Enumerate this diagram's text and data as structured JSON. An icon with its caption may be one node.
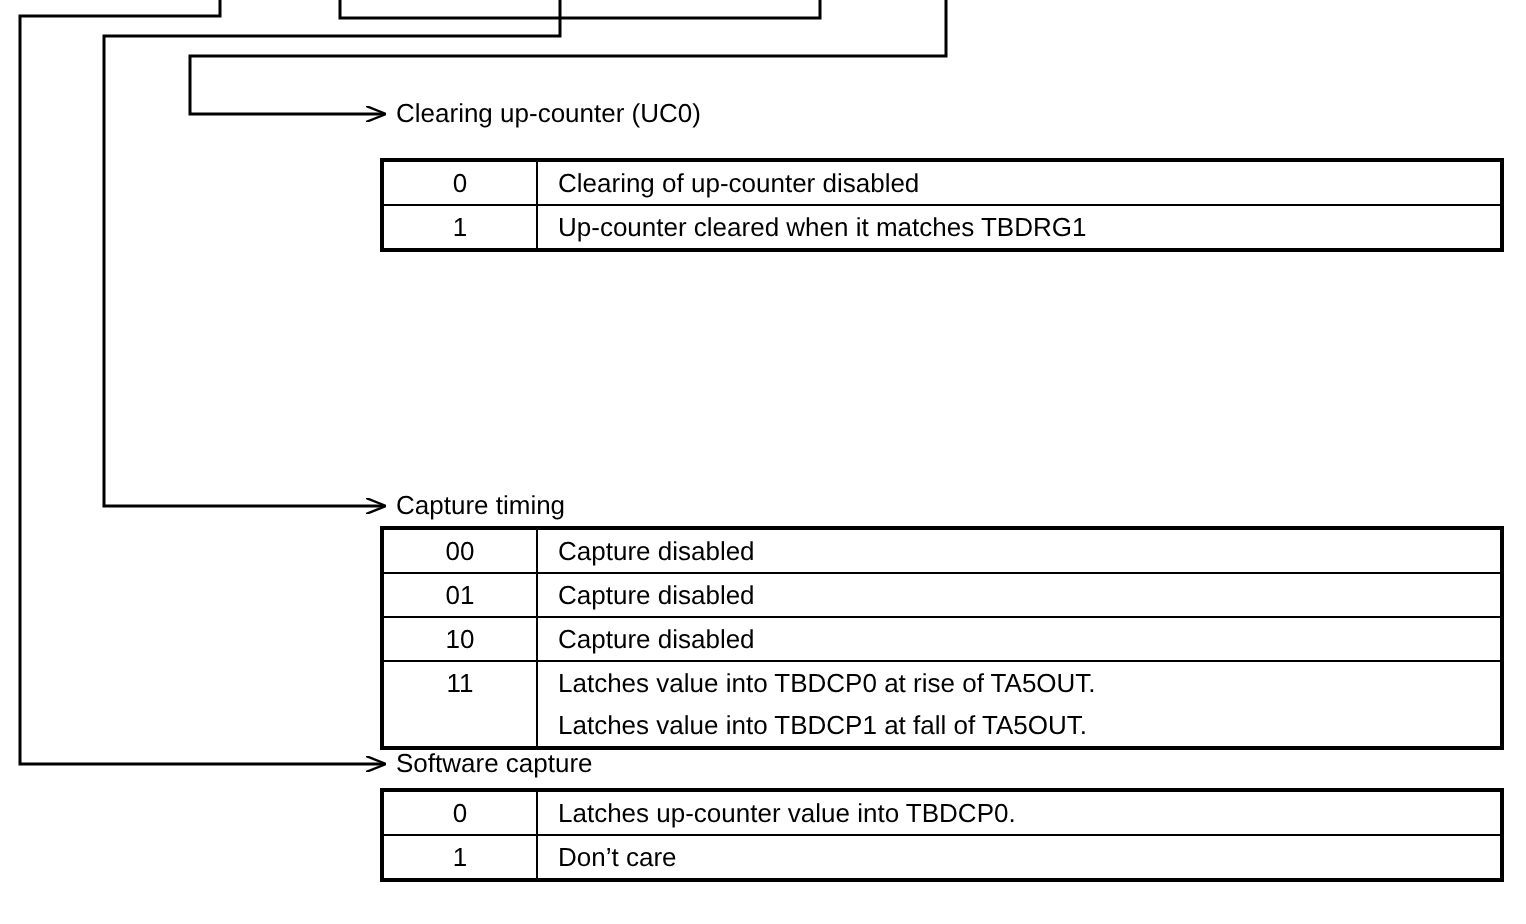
{
  "diagram": {
    "nodes": [
      {
        "text": [
          "Clearing up-counter (UC0)"
        ]
      },
      {
        "text": [
          "Capture timing"
        ]
      },
      {
        "text": [
          "Software capture"
        ]
      }
    ],
    "edges": [
      {
        "from": null,
        "to": 0,
        "arrow": "to"
      },
      {
        "from": null,
        "to": 1,
        "arrow": "to"
      },
      {
        "from": null,
        "to": 2,
        "arrow": "to"
      }
    ],
    "labels": [
      "0",
      "Clearing of up-counter disabled",
      "1",
      "Up-counter cleared when it matches TBDRG1",
      "00",
      "Capture disabled",
      "01",
      "Capture disabled",
      "10",
      "Capture disabled",
      "11",
      "Latches value into TBDCP0 at rise of TA5OUT.",
      "Latches value into TBDCP1 at fall of TA5OUT.",
      "0",
      "Latches up-counter value into TBDCP0.",
      "1",
      "Don’t care"
    ]
  }
}
